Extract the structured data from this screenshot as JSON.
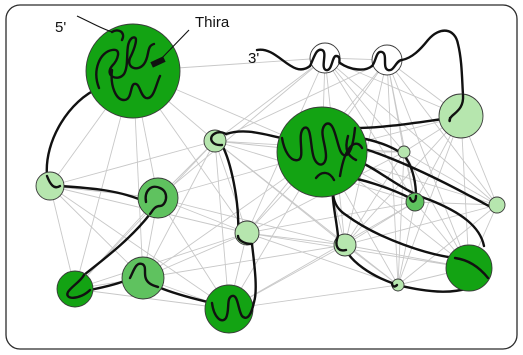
{
  "labels": {
    "five_prime": "5'",
    "three_prime": "3'",
    "callout": "Thira"
  },
  "colors": {
    "dark_domain": "#13a313",
    "mid_domain": "#5fc25f",
    "light_domain": "#b6e6ae",
    "empty_domain": "#ffffff",
    "contact_edge": "#c8c8c8",
    "chain": "#111111"
  }
}
